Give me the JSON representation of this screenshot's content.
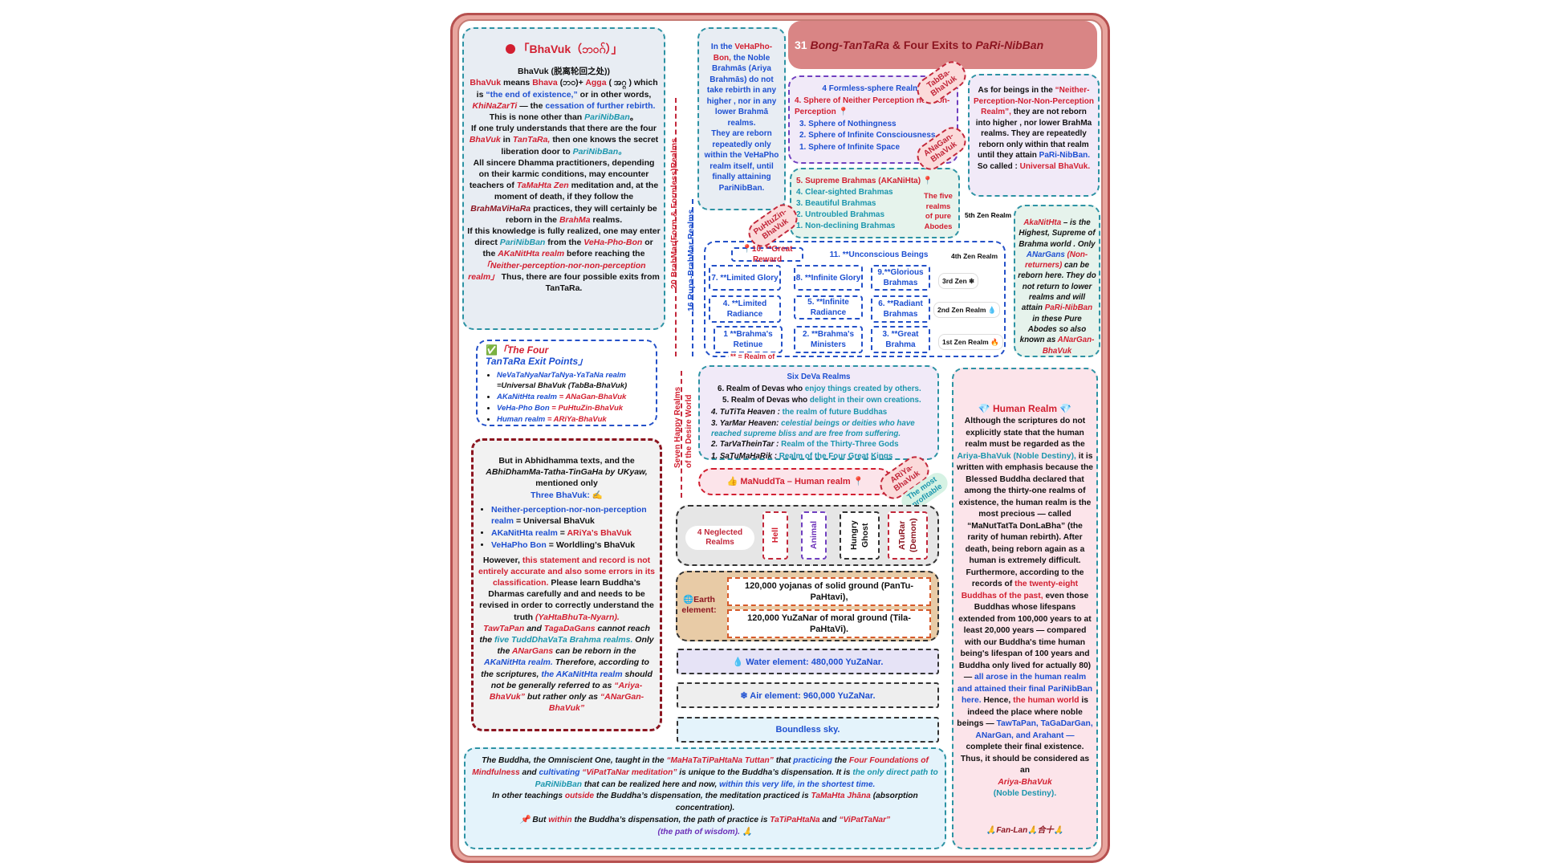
{
  "header": {
    "title_prefix": "31",
    "title_realms": "Bong-TanTaRa",
    "title_mid": "& Four Exits to",
    "title_target": "PaRi-NibBan"
  },
  "bhavuk": {
    "heading": "「BhaVuk（ဘဝဂ်）」",
    "subtitle": "BhaVuk (脱离轮回之处))",
    "paragraph_1a": "BhaVuk",
    "paragraph_1b": "means",
    "paragraph_1c": "Bhava",
    "paragraph_1d": "(ဘဝ)+",
    "paragraph_1e": "Agga",
    "paragraph_1f": "( အဂ္ဂ ) which is",
    "paragraph_1g": "“the end of existence,”",
    "paragraph_1h": "or in other words,",
    "paragraph_1i": "KhiNaZarTi",
    "paragraph_1j": "— the",
    "paragraph_1k": "cessation of further rebirth.",
    "paragraph_1l": "This is none other than",
    "paragraph_1m": "PariNibBan",
    "paragraph_1n": "。",
    "paragraph_2a": "If one truly understands that there are the four",
    "paragraph_2b": "BhaVuk",
    "paragraph_2c": "in",
    "paragraph_2d": "TanTaRa,",
    "paragraph_2e": "then one knows the secret liberation door to",
    "paragraph_2f": "PariNibBan。",
    "paragraph_3a": "All sincere Dhamma practitioners, depending on their karmic conditions, may encounter teachers of",
    "paragraph_3b": "TaMaHta  Zen",
    "paragraph_3c": "meditation and, at the moment of death, if they follow the",
    "paragraph_3d": "BrahMaViHaRa",
    "paragraph_3e": "practices, they will certainly be reborn in the",
    "paragraph_3f": "BrahMa",
    "paragraph_3g": "realms.",
    "paragraph_4a": "If this knowledge is fully realized, one may enter direct",
    "paragraph_4b": "PariNibBan",
    "paragraph_4c": "from the",
    "paragraph_4d": "VeHa-Pho-Bon",
    "paragraph_4e": "or the",
    "paragraph_4f": "AKaNitHta realm",
    "paragraph_4g": "before reaching the",
    "paragraph_4h": "「Neither-perception-nor-non-perception realm」",
    "paragraph_4i": "Thus, there are four possible exits from TanTaRa."
  },
  "exit_points": {
    "heading_check": "✅",
    "heading_a": "「The Four",
    "heading_b": "TanTaRa Exit Points」",
    "items": [
      {
        "a": "NeVaTaNyaNarTaNya-YaTaNa realm",
        "b": "=Universal BhaVuk (TabBa-BhaVuk)"
      },
      {
        "a": "AKaNitHta realm",
        "b": "= ANaGan-BhaVuk"
      },
      {
        "a": "VeHa-Pho Bon",
        "b": "= PuHtuZin-BhaVuk"
      },
      {
        "a": "Human realm",
        "b": "= ARiYa-BhaVuk"
      }
    ]
  },
  "abhidhamma": {
    "p1a": "But in Abhidhamma texts, and the",
    "p1b": "ABhiDhamMa-Tatha-TinGaHa by UKyaw,",
    "p1c": "mentioned only",
    "p1d": "Three BhaVuk:",
    "p1e": "✍",
    "items": [
      {
        "a": "Neither-perception-nor-non-perception realm",
        "b": "= Universal BhaVuk"
      },
      {
        "a": "AKaNitHta realm",
        "b": "=",
        "c": "ARiYa’s BhaVuk"
      },
      {
        "a": "VeHaPho Bon",
        "b": "= Worldling’s BhaVuk"
      }
    ],
    "p2a": "However,",
    "p2b": "this statement and record is not entirely accurate and also some errors in its classification.",
    "p2c": "Please learn Buddha’s Dharmas carefully and and needs to be revised in order to correctly understand the truth",
    "p2d": "(YaHtaBhuTa-Nyarn).",
    "p3a": "TawTaPan",
    "p3b": "and",
    "p3c": "TagaDaGans",
    "p3d": "cannot reach the",
    "p3e": "five TuddDhaVaTa Brahma realms.",
    "p3f": "Only the",
    "p3g": "ANarGans",
    "p3h": "can be reborn in the",
    "p3i": "AKaNitHta realm.",
    "p3j": "Therefore, according to the scriptures,",
    "p3k": "the AKaNitHta realm",
    "p3l": "should not be generally referred to as",
    "p3m": "“Ariya-BhaVuk”",
    "p3n": "but rather only as",
    "p3o": "“ANarGan-BhaVuk”"
  },
  "vehapho_note": {
    "a": "In the",
    "b": "VeHaPho-Bon,",
    "c": "the Noble Brahmās (Ariya Brahmās) do not take rebirth in any higher , nor in any lower Brahmā realms.",
    "d": "They are reborn repeatedly only within the VeHaPho realm itself, until finally attaining PariNibBan."
  },
  "formless": {
    "heading": "4 Formless-sphere Realms",
    "items": [
      "4. Sphere of Neither Perception nor  Non-Perception 📍",
      "3. Sphere of Nothingness",
      "2. Sphere of Infinite Consciousness",
      "1. Sphere of Infinite Space"
    ]
  },
  "neither_note": {
    "a": "As for beings in the",
    "b": "“Neither-Perception-Nor-Non-Perception Realm”,",
    "c": "they are not reborn into higher , nor  lower BrahMa realms. They are repeatedly reborn only within that realm until they attain",
    "d": "PaRi-NibBan.",
    "e": "So called :",
    "f": "Universal BhaVuk."
  },
  "pure_abodes": {
    "items": [
      "5. Supreme Brahmas (AKaNiHta) 📍",
      "4. Clear-sighted Brahmas",
      "3. Beautiful Brahmas",
      "2. Untroubled Brahmas",
      "1. Non-declining Brahmas"
    ],
    "label": "The five realms of pure Abodes",
    "zen": "5th Zen Realm"
  },
  "akanittha_note": {
    "a": "AkaNitHta",
    "b": "– is the Highest, Supreme of Brahma world . Only",
    "c": "ANarGans",
    "d": "(Non-returners)",
    "e": "can be reborn here. They do not return to lower realms and will attain",
    "f": "PaRi-NibBan",
    "g": "in these Pure Abodes so also known as",
    "h": "ANarGan-BhaVuk"
  },
  "stamps": {
    "tabba": "TabBa-BhaVuk",
    "anagan": "ANaGan-BhaVuk",
    "puhtuzin": "PuHtuZin-BhaVuk",
    "ariya": "ARiYa-BhaVuk",
    "profitable": "The most profitable"
  },
  "form_realms": {
    "cells": {
      "c10": "📍10. **Great Reward",
      "c11": "11. **Unconscious Beings",
      "c7": "7. **Limited Glory",
      "c8": "8. **Infinite Glory",
      "c9": "9.**Glorious Brahmas",
      "c4": "4.  **Limited Radiance",
      "c5": "5. **Infinite Radiance",
      "c6": "6. **Radiant Brahmas",
      "c1": "1 **Brahma's Retinue",
      "c2": "2. **Brahma's Ministers",
      "c3": "3. **Great Brahma"
    },
    "zen4": "4th Zen Realm",
    "zen3": "3rd Zen ❄",
    "zen2": "2nd Zen Realm 💧",
    "zen1": "1st Zen Realm 🔥",
    "footnote": "** = Realm of"
  },
  "vertical_labels": {
    "brahmar": "20 BrahMar(Form & Formless)Realms",
    "rupa": "16  Rupa-BrahMar Realms",
    "happy_a": "Seven Happy Realms",
    "happy_b": "of the Desire World"
  },
  "deva": {
    "heading": "Six DeVa Realms",
    "items": [
      {
        "n": "6.  Realm of  Devas who",
        "d": "enjoy things created by others."
      },
      {
        "n": "5.  Realm of Devas who",
        "d": "delight in their own creations."
      },
      {
        "n": "4.  TuTiTa Heaven :",
        "d": "the realm of future Buddhas"
      },
      {
        "n": "3.  YarMar Heaven:",
        "d": "celestial beings or deities who have reached supreme bliss and are free from suffering."
      },
      {
        "n": "2.  TarVaTheinTar :",
        "d": "Realm of the Thirty-Three Gods"
      },
      {
        "n": "1.  SaTuMaHaRik :",
        "d": "Realm of the Four Great Kings"
      }
    ]
  },
  "human_row": {
    "label": "👍   MaNuddTa – Human realm  📍"
  },
  "neglected": {
    "label": "4 Neglected Realms",
    "items": [
      "Hell",
      "Animal",
      "Hungry Ghost",
      "ATuRar (Demon)"
    ]
  },
  "earth": {
    "label": "🌐Earth element:",
    "row1": "120,000 yojanas of solid ground (PanTu-PaHtavi),",
    "row2": "120,000 YuZaNar of moral ground (Tila-PaHtaVi)."
  },
  "elements": {
    "water": "💧  Water element: 480,000 YuZaNar.",
    "air": "❄   Air element: 960,000 YuZaNar.",
    "sky": "Boundless sky."
  },
  "human_realm": {
    "heading": "💎  Human Realm 💎",
    "a": "Although the scriptures do not explicitly state that the human realm must be regarded as the",
    "b": "Ariya-BhaVuk (Noble Destiny),",
    "c": "it is written with emphasis because the Blessed Buddha declared that among the thirty-one realms of existence, the human realm is the most precious — called “MaNutTatTa DonLaBha” (the rarity of human rebirth). After death, being reborn again as a human is extremely difficult. Furthermore, according to the records of",
    "d": "the twenty-eight Buddhas of the past,",
    "e": "even those Buddhas whose lifespans extended from 100,000 years to at least 20,000 years — compared with our Buddha's time human being's lifespan of 100 years and Buddha only lived for actually 80) —",
    "f": "all arose in the human realm and attained their final PariNibBan here.",
    "g": "Hence,",
    "h": "the human world",
    "i": "is indeed the place where noble beings —",
    "j": "TawTaPan, TaGaDarGan, ANarGan, and Arahant —",
    "k": "complete their final existence. Thus, it should be considered as an",
    "l": "Ariya-BhaVuk",
    "m": "(Noble Destiny).",
    "sign": "🙏Fan-Lan🙏合十🙏"
  },
  "footer": {
    "a": "The Buddha, the Omniscient One, taught in the",
    "b": "“MaHaTaTiPaHtaNa Tuttan”",
    "c": "that",
    "d": "practicing",
    "e": "the",
    "f": "Four Foundations of Mindfulness",
    "g": "and",
    "h": "cultivating",
    "i": "“ViPatTaNar meditation”",
    "j": "is unique to the Buddha’s dispensation. It is",
    "k": "the only direct path to PaRiNibBan",
    "l": "that can be realized here and now,",
    "m": "within this very life, in the shortest time.",
    "n": "In other teachings",
    "o": "outside",
    "p": "the Buddha’s dispensation, the meditation practiced is",
    "q": "TaMaHta Jhāna",
    "r": "(absorption concentration).",
    "s": "📌  But",
    "t": "within",
    "u": "the Buddha’s dispensation, the path of practice is",
    "v": "TaTiPaHtaNa",
    "w": "and",
    "x": "“ViPatTaNar”",
    "y": "(the path of wisdom).",
    "z": "🙏"
  },
  "colors": {
    "frame": "#e8a59e",
    "header": "#d98585",
    "accent_red": "#d21f30",
    "accent_blue": "#1d4fd1",
    "accent_teal": "#1b96ad"
  }
}
